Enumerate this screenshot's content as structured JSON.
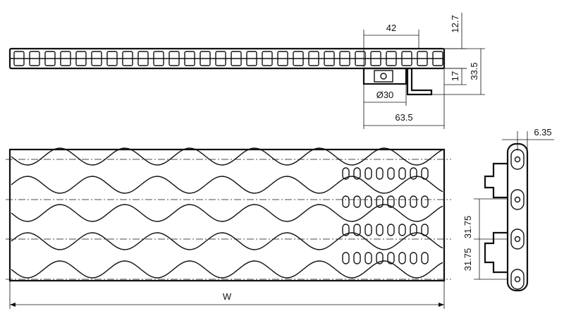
{
  "drawing": {
    "side_view": {
      "dims": {
        "d42": "42",
        "d12_7": "12.7",
        "d33_5": "33.5",
        "d17": "17",
        "d30": "Ø30",
        "d63_5": "63.5"
      }
    },
    "top_view": {
      "dims": {
        "width": "W"
      }
    },
    "end_view": {
      "dims": {
        "d6_35": "6.35",
        "d31_75_a": "31.75",
        "d31_75_b": "31.75"
      }
    }
  }
}
